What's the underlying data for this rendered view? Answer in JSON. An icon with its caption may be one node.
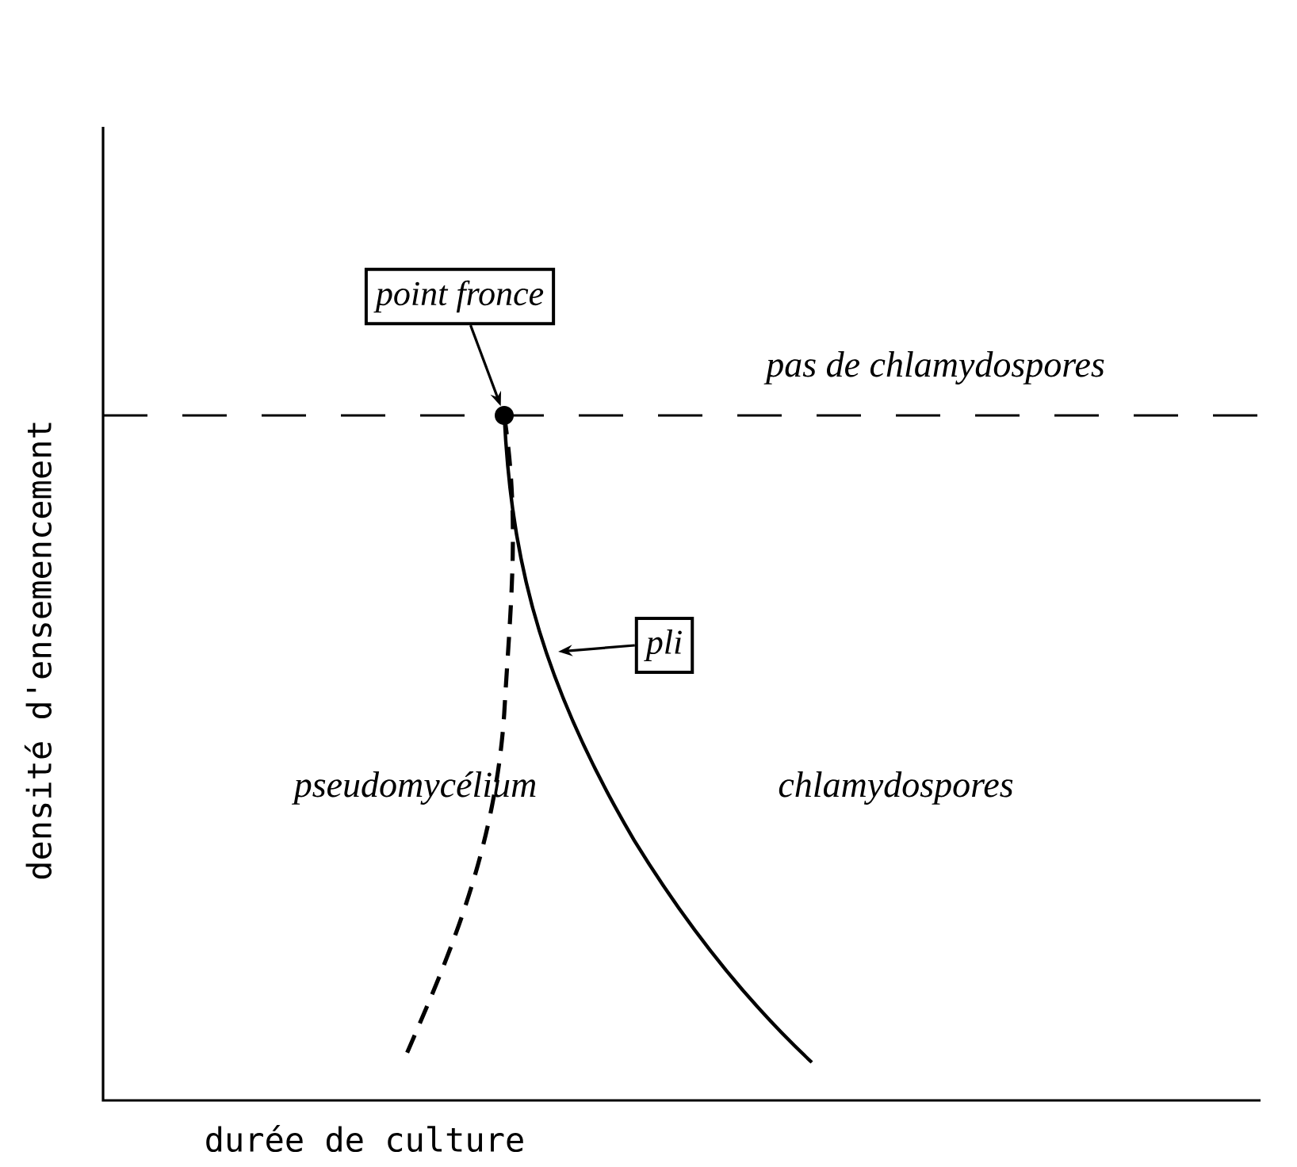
{
  "diagram": {
    "nodes": [
      {
        "text": [
          "point fronce"
        ]
      },
      {
        "text": [
          "pli"
        ]
      },
      {
        "text": [],
        "shape": "circle"
      }
    ],
    "edges": [
      {
        "from": 0,
        "to": 2,
        "arrow": "to"
      },
      {
        "from": 1,
        "to": null,
        "arrow": "to"
      }
    ],
    "labels": [
      "pas de chlamydospores",
      "pseudomycélium",
      "chlamydospores",
      "densité d'ensemencement",
      "durée de culture"
    ]
  }
}
